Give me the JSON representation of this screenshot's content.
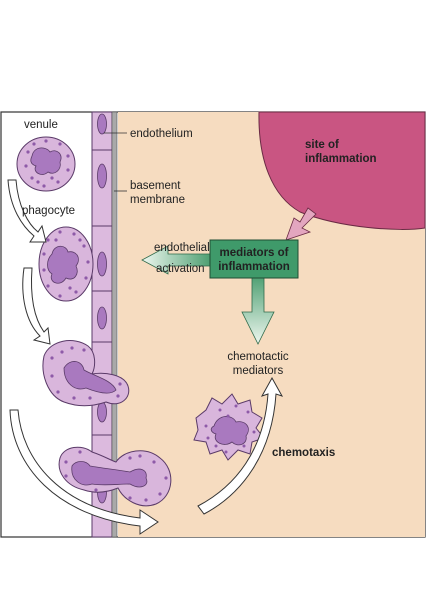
{
  "labels": {
    "venule": "venule",
    "phagocyte": "phagocyte",
    "endothelium": "endothelium",
    "basement_line1": "basement",
    "basement_line2": "membrane",
    "site_line1": "site of",
    "site_line2": "inflammation",
    "mediators_line1": "mediators of",
    "mediators_line2": "inflammation",
    "endothelial_line1": "endothelial",
    "endothelial_line2": "activation",
    "chemotactic_line1": "chemotactic",
    "chemotactic_line2": "mediators",
    "chemotaxis": "chemotaxis"
  },
  "colors": {
    "tissue": "#f6dcc0",
    "vessel_wall": "#d9b4dc",
    "nucleus": "#a979bf",
    "cell_body": "#d9b6dc",
    "granule": "#8e5aa8",
    "inflammation_site": "#c95582",
    "mediators_box": "#3f9a6a",
    "arrow_green": "#d6ecd9",
    "arrow_pink": "#e3a6bf"
  }
}
